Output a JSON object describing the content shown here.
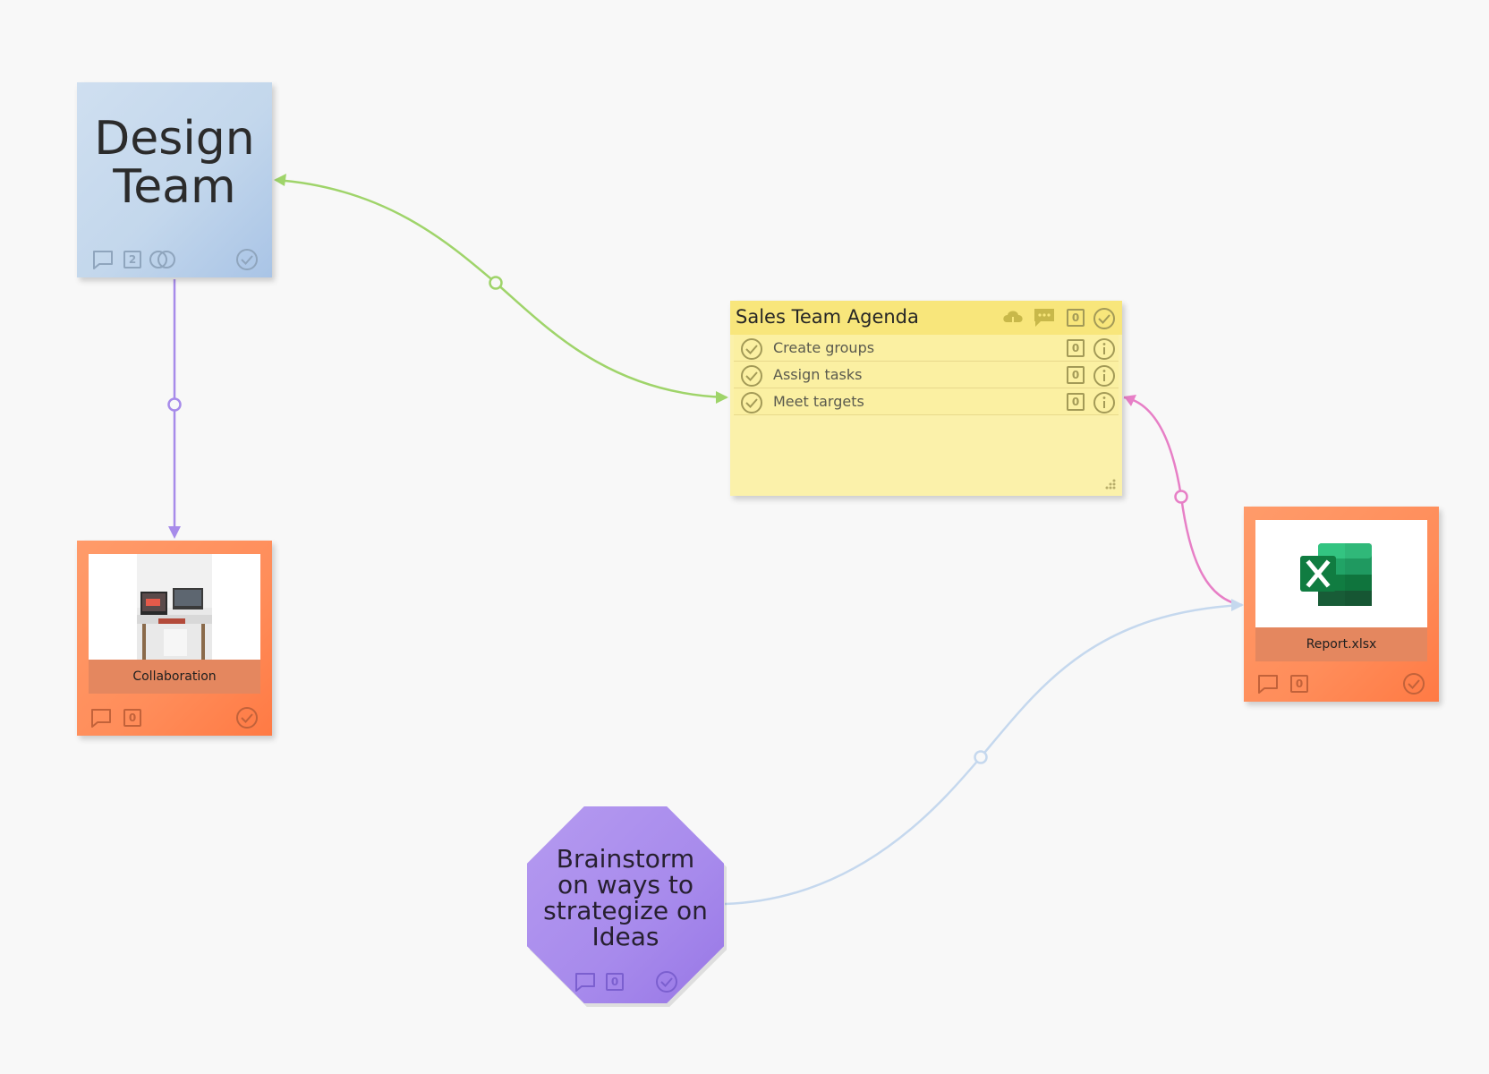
{
  "canvas": {
    "background": "#f8f8f8"
  },
  "design_card": {
    "title_line1": "Design",
    "title_line2": "Team",
    "attachment_count": "2",
    "color": "#c8dcee"
  },
  "collab_card": {
    "caption": "Collaboration",
    "comment_count": "0",
    "color": "#ff8d5a"
  },
  "agenda_card": {
    "title": "Sales Team Agenda",
    "header_count": "0",
    "items": [
      {
        "label": "Create groups",
        "count": "0"
      },
      {
        "label": "Assign tasks",
        "count": "0"
      },
      {
        "label": "Meet targets",
        "count": "0"
      }
    ],
    "header_color": "#f8e67b",
    "body_color": "#fbf1aa"
  },
  "report_card": {
    "caption": "Report.xlsx",
    "comment_count": "0",
    "file_icon": "excel-icon",
    "color": "#ff8d5a"
  },
  "brainstorm_card": {
    "line1": "Brainstorm",
    "line2": "on ways to",
    "line3": "strategize on",
    "line4": "Ideas",
    "comment_count": "0",
    "color": "#a78aec"
  },
  "connectors": [
    {
      "from": "design_card",
      "to": "agenda_card",
      "color": "#9fd46a"
    },
    {
      "from": "design_card",
      "to": "collab_card",
      "color": "#a78bea"
    },
    {
      "from": "report_card",
      "to": "agenda_card",
      "color": "#e77fc6"
    },
    {
      "from": "brainstorm_card",
      "to": "report_card",
      "color": "#c5d8ee"
    }
  ]
}
